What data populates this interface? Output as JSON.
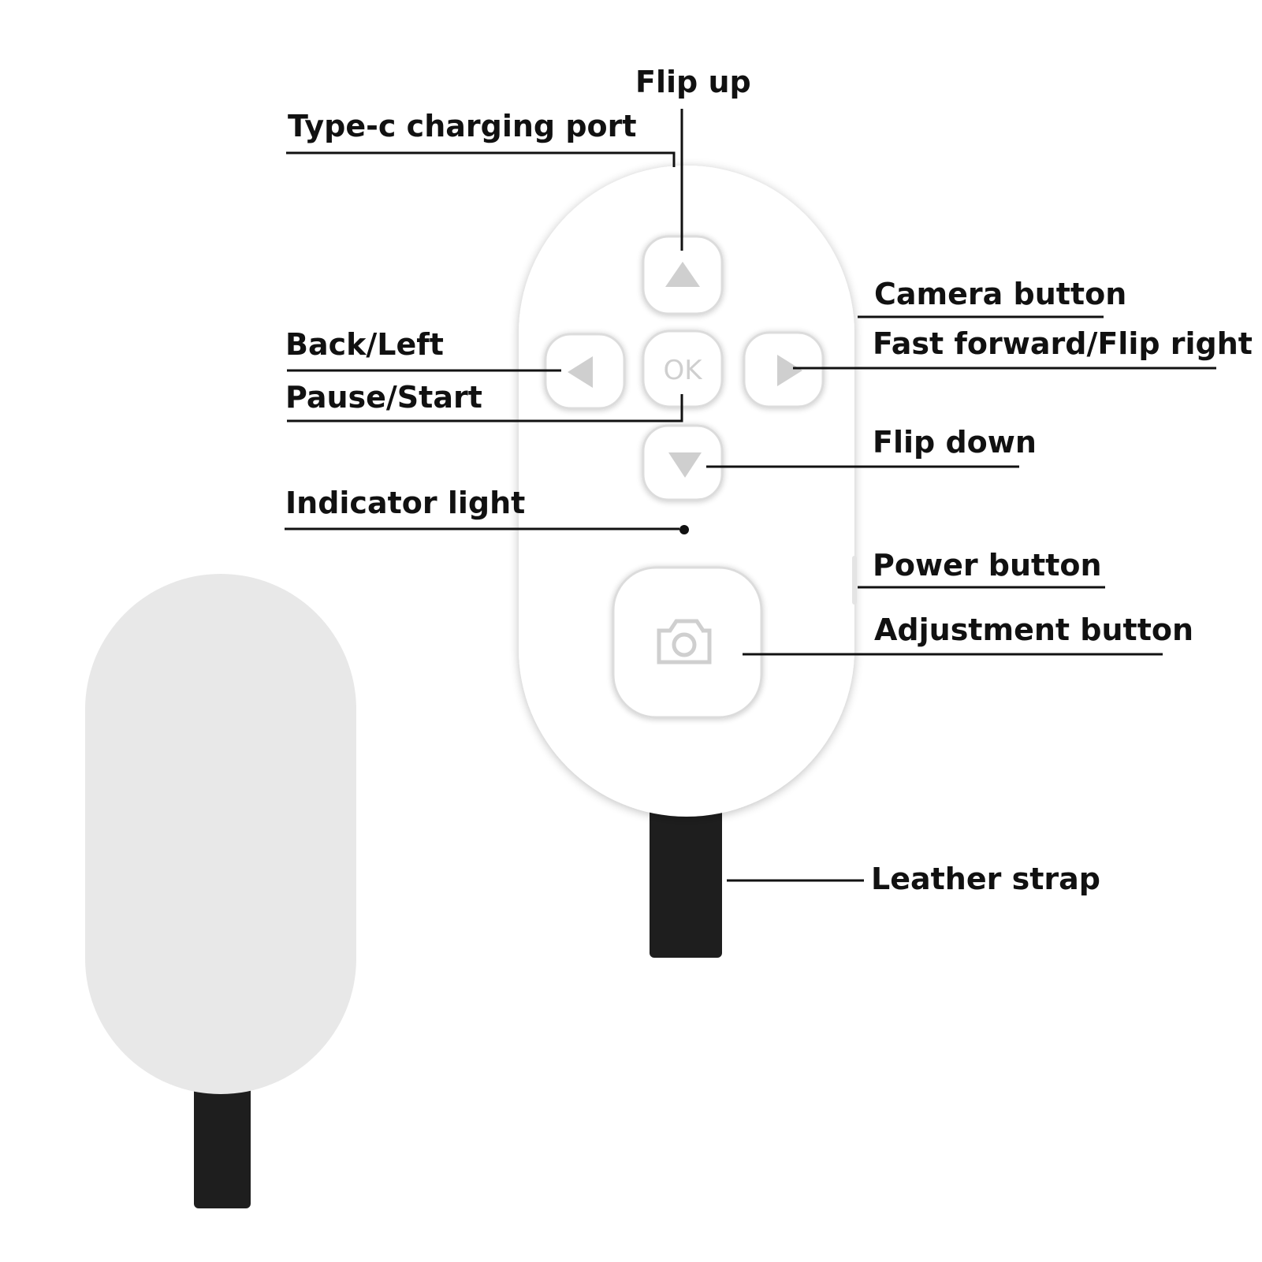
{
  "labels": {
    "flip_up": "Flip up",
    "type_c_port": "Type-c charging port",
    "camera_button": "Camera button",
    "fast_forward": "Fast forward/Flip right",
    "back_left": "Back/Left",
    "pause_start": "Pause/Start",
    "flip_down": "Flip down",
    "indicator_light": "Indicator light",
    "power_button": "Power button",
    "adjustment_button": "Adjustment button",
    "leather_strap": "Leather strap"
  },
  "remote": {
    "ok_label": "OK"
  },
  "icons": {
    "up": "triangle-up-icon",
    "down": "triangle-down-icon",
    "left": "triangle-left-icon",
    "right": "triangle-right-icon",
    "camera": "camera-icon"
  },
  "colors": {
    "body": "#ffffff",
    "back_body": "#e8e8e8",
    "strap": "#1e1e1e",
    "leader": "#111111",
    "button_outline": "#dcdcdc",
    "icon": "#cfcfcf"
  }
}
